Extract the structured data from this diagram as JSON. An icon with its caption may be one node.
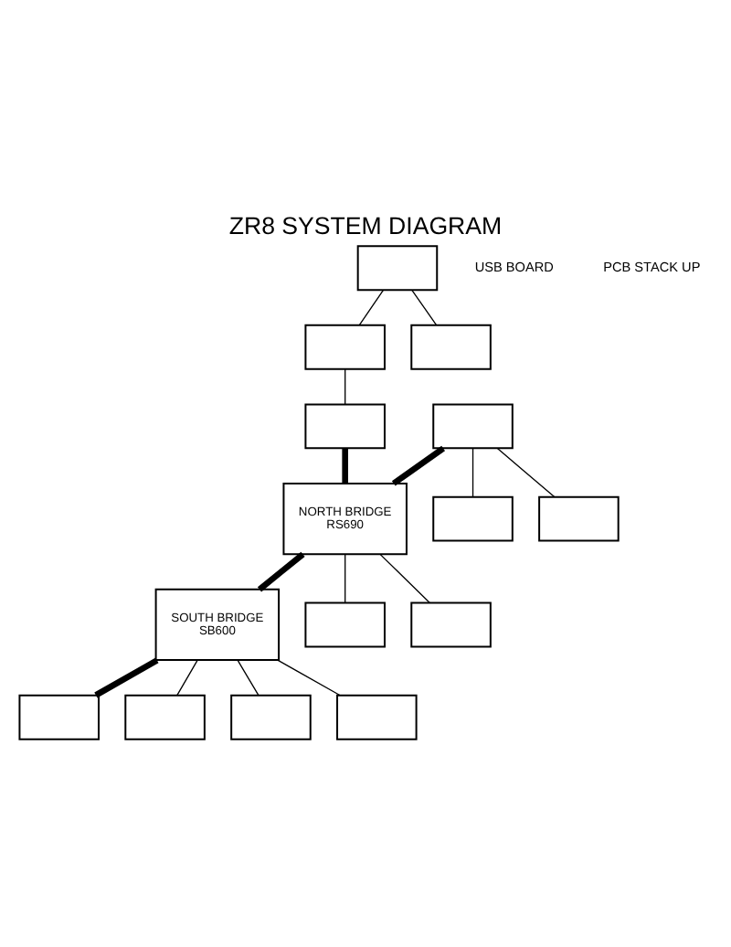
{
  "diagram": {
    "title": "ZR8 SYSTEM DIAGRAM",
    "nodes": [
      {
        "text": [],
        "shape": "box"
      },
      {
        "text": [],
        "shape": "box"
      },
      {
        "text": [],
        "shape": "box"
      },
      {
        "text": [],
        "shape": "box"
      },
      {
        "text": [],
        "shape": "box"
      },
      {
        "text": [
          "NORTH BRIDGE",
          "RS690"
        ]
      },
      {
        "text": [
          "SOUTH BRIDGE",
          "SB600"
        ]
      },
      {
        "text": [],
        "shape": "box"
      },
      {
        "text": [],
        "shape": "box"
      },
      {
        "text": [],
        "shape": "box"
      },
      {
        "text": [],
        "shape": "box"
      },
      {
        "text": [],
        "shape": "box"
      },
      {
        "text": [],
        "shape": "box"
      },
      {
        "text": [],
        "shape": "box"
      },
      {
        "text": [],
        "shape": "box"
      }
    ],
    "edges": [
      {
        "from": 0,
        "to": 1,
        "arrow": "none"
      },
      {
        "from": 0,
        "to": 2,
        "arrow": "none"
      },
      {
        "from": 1,
        "to": 3,
        "arrow": "none"
      },
      {
        "from": 3,
        "to": 5,
        "arrow": "none",
        "style": "thick"
      },
      {
        "from": 4,
        "to": 5,
        "arrow": "none",
        "style": "thick"
      },
      {
        "from": 4,
        "to": 7,
        "arrow": "none"
      },
      {
        "from": 4,
        "to": 8,
        "arrow": "none"
      },
      {
        "from": 5,
        "to": 6,
        "arrow": "none",
        "style": "thick"
      },
      {
        "from": 5,
        "to": 9,
        "arrow": "none"
      },
      {
        "from": 5,
        "to": 10,
        "arrow": "none"
      },
      {
        "from": 6,
        "to": 11,
        "arrow": "none",
        "style": "thick"
      },
      {
        "from": 6,
        "to": 12,
        "arrow": "none"
      },
      {
        "from": 6,
        "to": 13,
        "arrow": "none"
      },
      {
        "from": 6,
        "to": 14,
        "arrow": "none"
      }
    ],
    "labels": [
      "USB BOARD",
      "PCB STACK UP"
    ]
  }
}
